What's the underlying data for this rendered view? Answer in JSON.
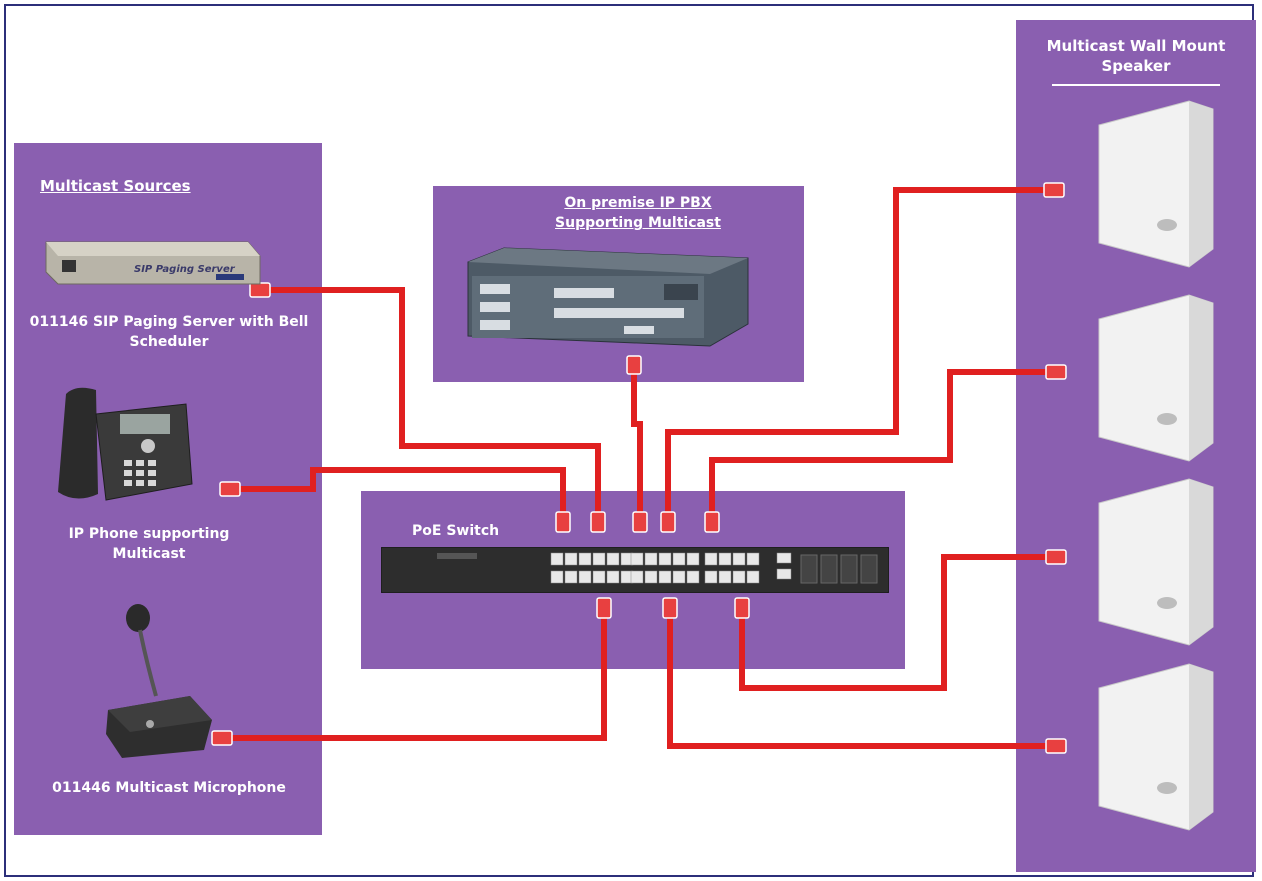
{
  "sources": {
    "heading": "Multicast Sources",
    "server_label": "011146 SIP Paging Server with Bell Scheduler",
    "server_device_text": "SIP Paging Server",
    "phone_label": "IP Phone supporting Multicast",
    "mic_label": "011446 Multicast Microphone"
  },
  "pbx": {
    "heading": "On premise IP PBX Supporting Multicast"
  },
  "switch": {
    "label": "PoE Switch"
  },
  "speakers": {
    "heading": "Multicast Wall Mount Speaker"
  },
  "colors": {
    "panel": "#8a5fb0",
    "cable": "#e02020",
    "frame": "#2c2f7a"
  }
}
